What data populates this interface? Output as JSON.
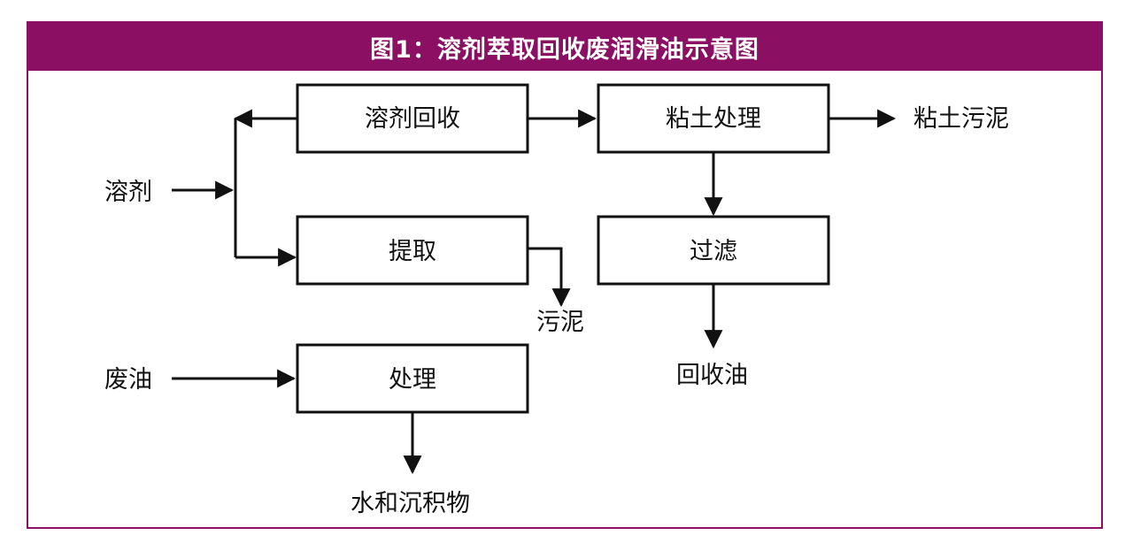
{
  "title": "图1：溶剂萃取回收废润滑油示意图",
  "nodes": {
    "solvent_recovery": "溶剂回收",
    "clay_treatment": "粘土处理",
    "extraction": "提取",
    "filtration": "过滤",
    "treatment": "处理"
  },
  "labels": {
    "solvent": "溶剂",
    "clay_sludge": "粘土污泥",
    "sludge": "污泥",
    "recovered_oil": "回收油",
    "waste_oil": "废油",
    "water_sediment": "水和沉积物"
  },
  "colors": {
    "accent": "#8b0f62",
    "line": "#111111"
  }
}
